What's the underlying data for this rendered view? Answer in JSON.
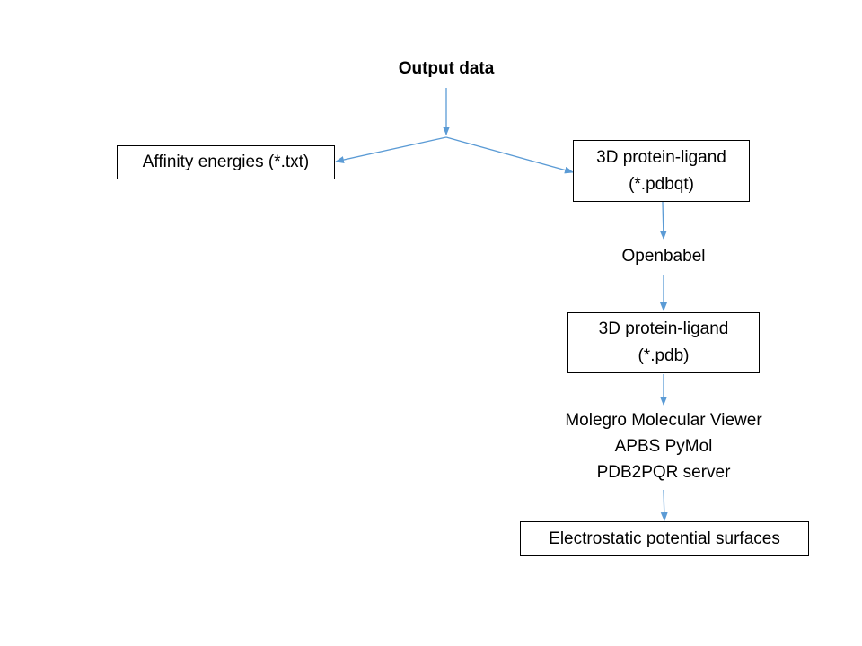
{
  "diagram": {
    "title": "Output data",
    "affinity_box": "Affinity energies (*.txt)",
    "pdbqt_box": {
      "line1": "3D protein-ligand",
      "line2": "(*.pdbqt)"
    },
    "openbabel": "Openbabel",
    "pdb_box": {
      "line1": "3D protein-ligand",
      "line2": "(*.pdb)"
    },
    "tools": [
      "Molegro Molecular Viewer",
      "APBS PyMol",
      "PDB2PQR server"
    ],
    "surfaces_box": "Electrostatic potential surfaces"
  },
  "colors": {
    "arrow": "#5B9BD5",
    "border": "#000000"
  }
}
